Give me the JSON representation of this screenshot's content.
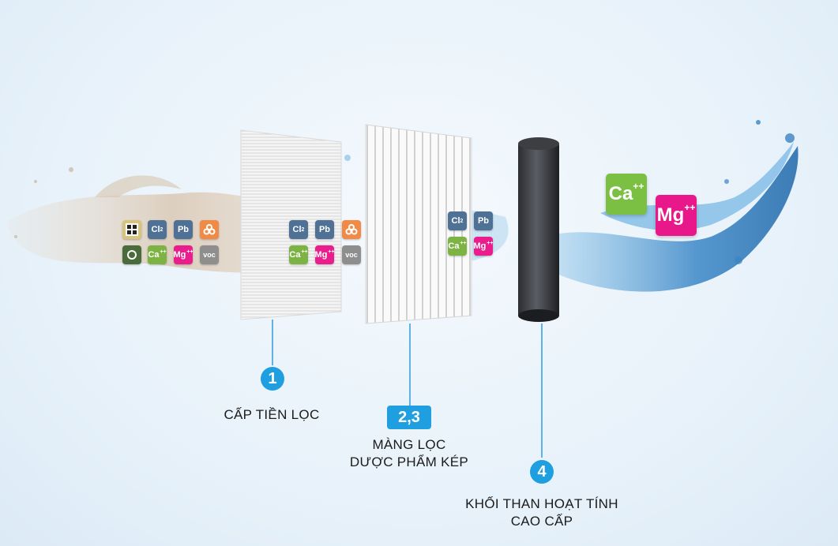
{
  "stages": [
    {
      "number": "1",
      "label_lines": [
        "CẤP TIỀN LỌC"
      ]
    },
    {
      "number": "2,3",
      "label_lines": [
        "MÀNG LỌC",
        "DƯỢC PHẨM KÉP"
      ]
    },
    {
      "number": "4",
      "label_lines": [
        "KHỐI THAN HOẠT TÍNH",
        "CAO CẤP"
      ]
    }
  ],
  "chips": {
    "cl": "Cl",
    "cl_sub": "2",
    "pb": "Pb",
    "ca": "Ca",
    "ca_sup": "++",
    "mg": "Mg",
    "mg_sup": "++",
    "voc": "voc"
  },
  "colors": {
    "accent": "#1f9fe0",
    "ca_green": "#7cc043",
    "mg_pink": "#e8188a",
    "chip_blue": "#4f7196",
    "chip_orange": "#f08a45",
    "chip_gray": "#8e8e8e"
  },
  "icons": [
    "bacteria-icon",
    "virus-icon",
    "biohazard-icon"
  ]
}
